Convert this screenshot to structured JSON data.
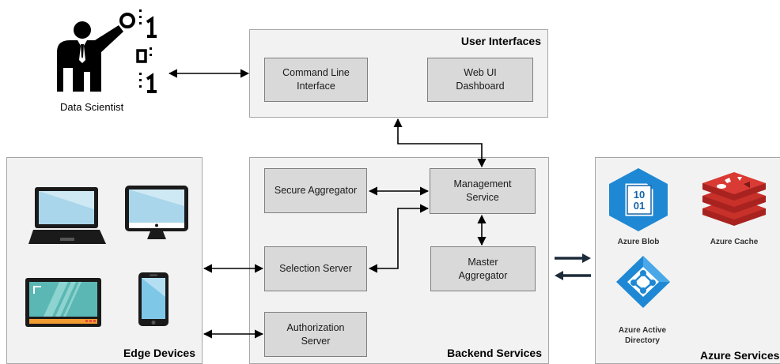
{
  "actor": {
    "label": "Data Scientist"
  },
  "user_interfaces": {
    "title": "User Interfaces",
    "cli_label": "Command Line\nInterface",
    "web_label": "Web UI\nDashboard"
  },
  "edge_devices": {
    "title": "Edge Devices"
  },
  "backend": {
    "title": "Backend Services",
    "secure_aggregator": "Secure Aggregator",
    "management_service": "Management\nService",
    "selection_server": "Selection Server",
    "master_aggregator": "Master\nAggregator",
    "authorization_server": "Authorization\nServer"
  },
  "azure": {
    "title": "Azure Services",
    "blob_label": "Azure Blob",
    "blob_glyph": "10\n01",
    "cache_label": "Azure Cache",
    "ad_label": "Azure Active\nDirectory"
  },
  "colors": {
    "panel_bg": "#f2f2f2",
    "box_bg": "#d9d9d9",
    "azure_blue": "#1e88d4",
    "redis_red": "#c8302a"
  }
}
